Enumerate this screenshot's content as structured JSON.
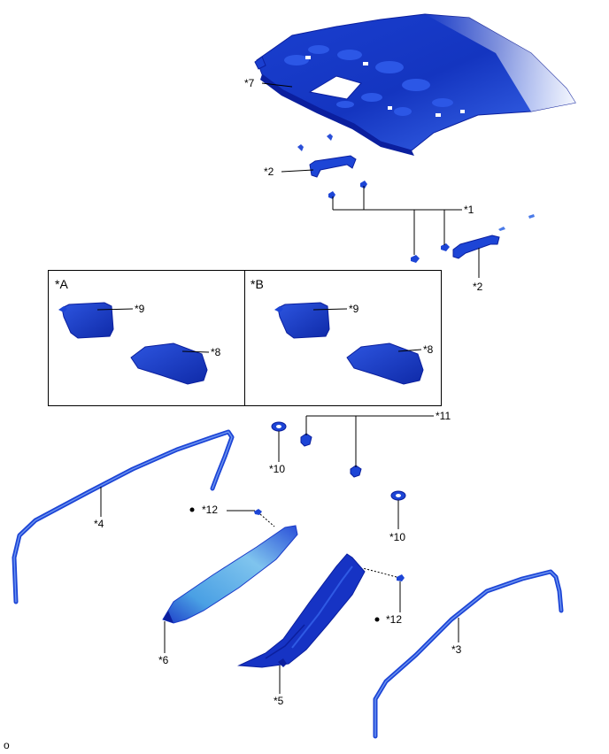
{
  "labels": {
    "p1": "*1",
    "p2a": "*2",
    "p2b": "*2",
    "p3": "*3",
    "p4": "*4",
    "p5": "*5",
    "p6": "*6",
    "p7": "*7",
    "p8a": "*8",
    "p8b": "*8",
    "p9a": "*9",
    "p9b": "*9",
    "p10a": "*10",
    "p10b": "*10",
    "p11": "*11",
    "p12a": "*12",
    "p12b": "*12",
    "boxA": "*A",
    "boxB": "*B",
    "footer": "o"
  },
  "colors": {
    "part_dark": "#0b1f9e",
    "part_mid": "#1d45d6",
    "part_light": "#5a86f2",
    "part_highlight": "#9ed4f5"
  }
}
